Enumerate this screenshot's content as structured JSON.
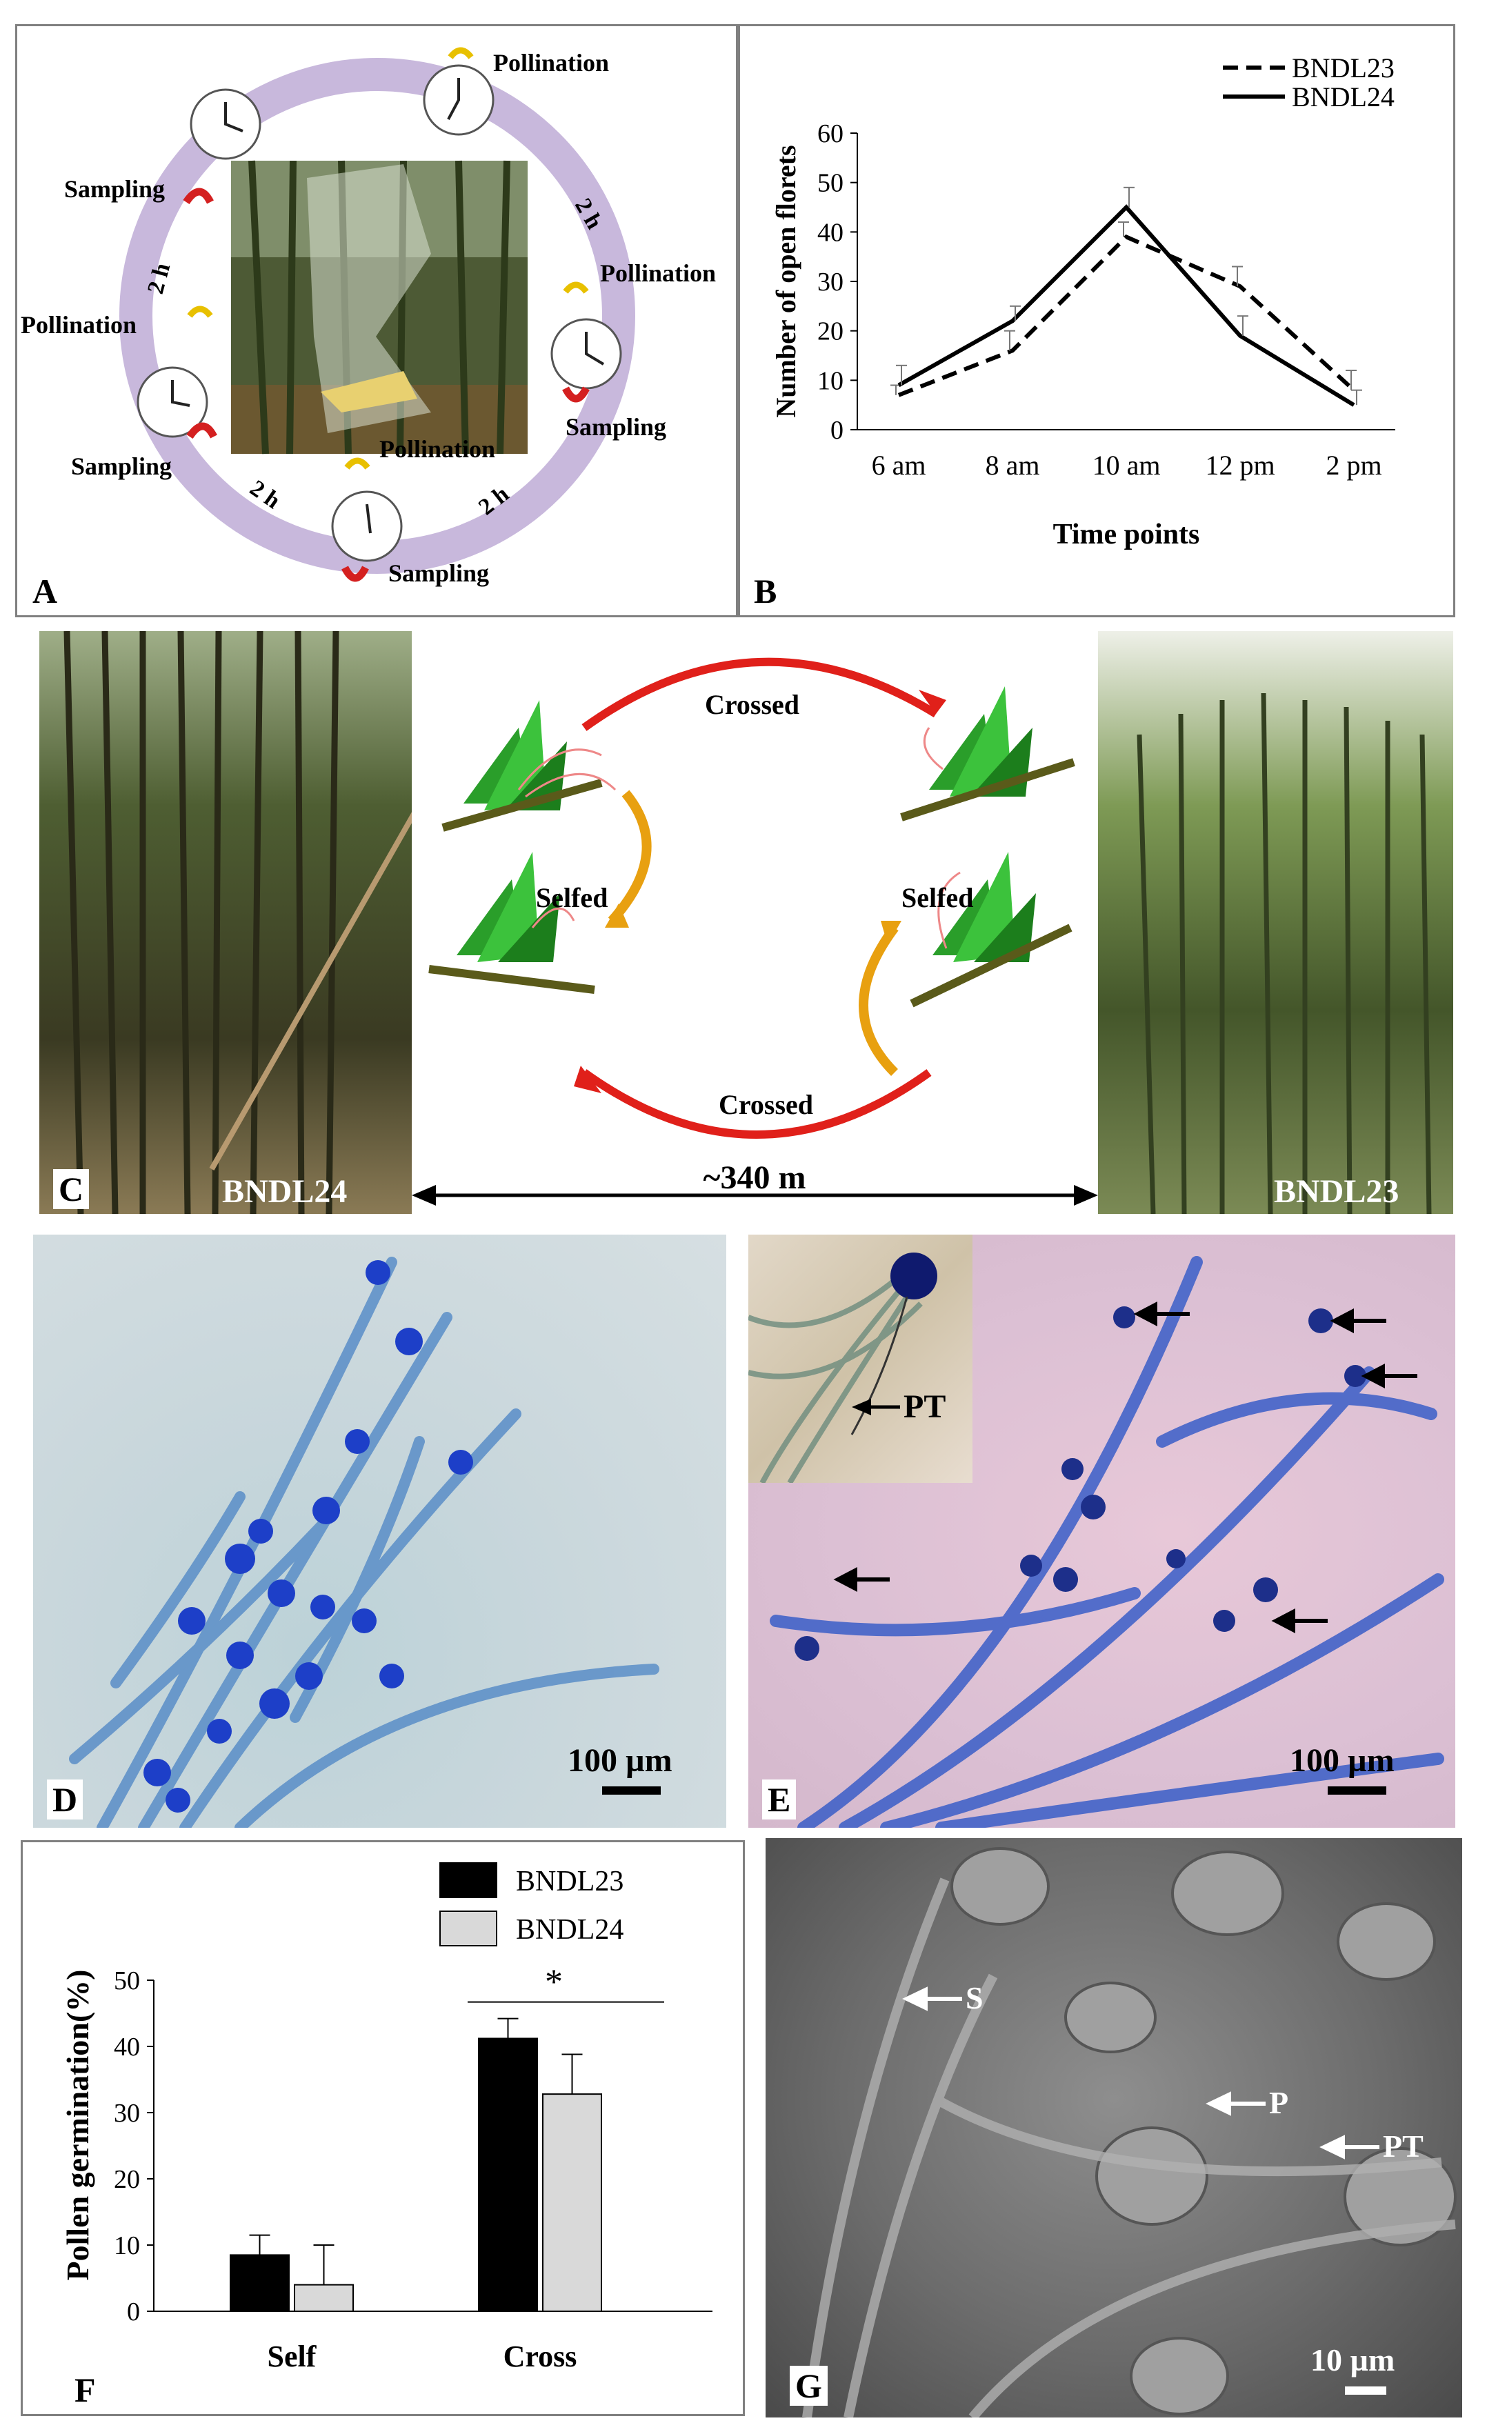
{
  "panelA": {
    "label": "A",
    "pollination": "Pollination",
    "sampling": "Sampling",
    "interval": "2 h"
  },
  "panelB": {
    "label": "B"
  },
  "panelC": {
    "label": "C",
    "crossed": "Crossed",
    "selfed": "Selfed",
    "distance": "~340 m",
    "left_name": "BNDL24",
    "right_name": "BNDL23"
  },
  "panelD": {
    "label": "D",
    "scale": "100 µm"
  },
  "panelE": {
    "label": "E",
    "scale": "100 µm",
    "inset_label": "PT"
  },
  "panelF": {
    "label": "F"
  },
  "panelG": {
    "label": "G",
    "scale": "10 µm",
    "marker_s": "S",
    "marker_p": "P",
    "marker_pt": "PT"
  },
  "colors": {
    "ring": "#c8b8dc",
    "arrow_red": "#d42020",
    "arrow_yellow": "#e8c000",
    "cross_red": "#e0201a",
    "self_orange": "#e8a010",
    "bar_dark": "#000000",
    "bar_light": "#d9d9d9",
    "stain_blue": "#1d3fc8"
  },
  "chart_data": [
    {
      "type": "line",
      "categories": [
        "6 am",
        "8 am",
        "10 am",
        "12 pm",
        "2 pm"
      ],
      "series": [
        {
          "name": "BNDL23",
          "style": "dashed",
          "values": [
            7,
            16,
            39,
            29,
            8
          ],
          "errors": [
            2,
            4,
            3,
            4,
            4
          ]
        },
        {
          "name": "BNDL24",
          "style": "solid",
          "values": [
            9,
            22,
            45,
            19,
            5
          ],
          "errors": [
            4,
            3,
            4,
            4,
            3
          ]
        }
      ],
      "xlabel": "Time points",
      "ylabel": "Number of open florets",
      "ylim": [
        0,
        60
      ],
      "yticks": [
        0,
        10,
        20,
        30,
        40,
        50,
        60
      ],
      "legend": "top-right"
    },
    {
      "type": "bar",
      "categories": [
        "Self",
        "Cross"
      ],
      "series": [
        {
          "name": "BNDL23",
          "values": [
            8.5,
            41.2
          ],
          "errors": [
            3,
            3
          ]
        },
        {
          "name": "BNDL24",
          "values": [
            4.0,
            32.8
          ],
          "errors": [
            6,
            6
          ]
        }
      ],
      "ylabel": "Pollen germination(%)",
      "ylim": [
        0,
        50
      ],
      "yticks": [
        0,
        10,
        20,
        30,
        40,
        50
      ],
      "annotation": "*",
      "legend": "top-right"
    }
  ]
}
